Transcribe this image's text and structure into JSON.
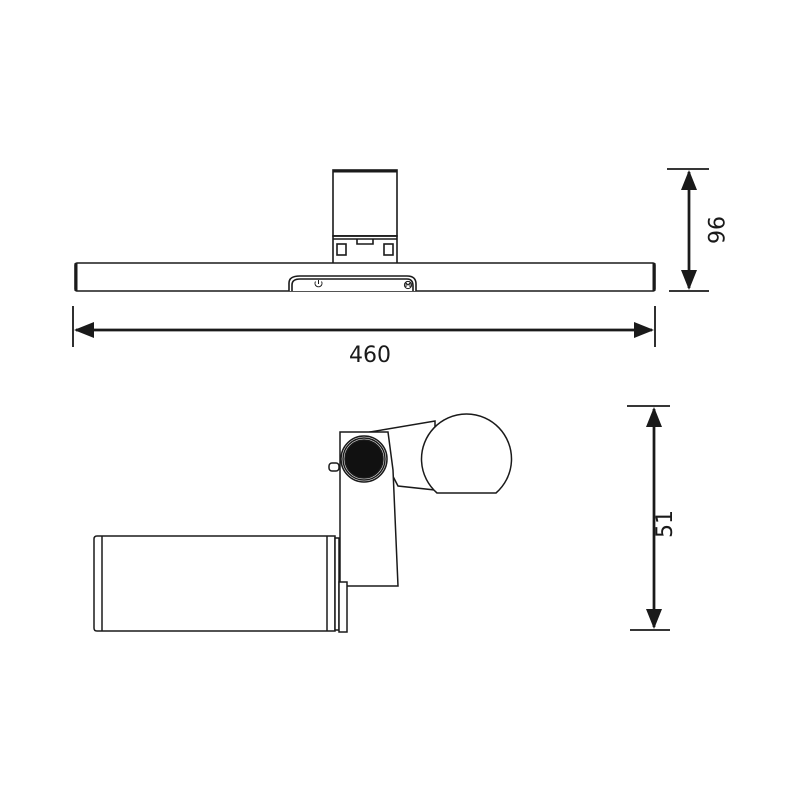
{
  "diagram": {
    "type": "technical-dimension-drawing",
    "subject": "monitor light bar",
    "colors": {
      "line": "#1a1a1a",
      "fill_dark": "#111111",
      "background": "#ffffff"
    },
    "front_view": {
      "width_dimension": {
        "value": "460",
        "orientation": "horizontal"
      },
      "height_dimension": {
        "value": "96",
        "orientation": "vertical"
      },
      "buttons": [
        {
          "name": "power",
          "icon": "power-icon"
        },
        {
          "name": "mode",
          "icon": "mode-icon"
        }
      ]
    },
    "side_view": {
      "height_dimension": {
        "value": "51",
        "orientation": "vertical"
      },
      "knob": {
        "icon": "rotary-knob-icon"
      }
    }
  }
}
